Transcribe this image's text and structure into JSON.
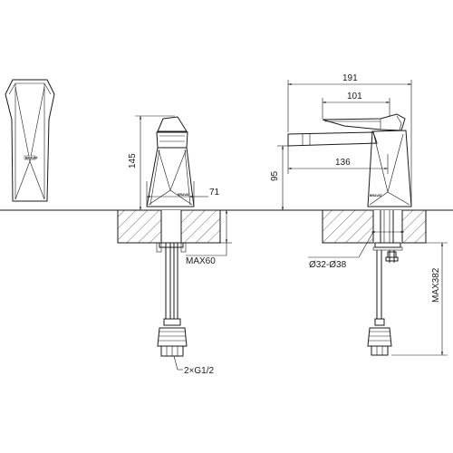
{
  "dimensions": {
    "width_overall": "191",
    "spout_to_body": "101",
    "spout_reach": "136",
    "side_height": "145",
    "front_height": "95",
    "base_width": "71",
    "max_deck": "MAX60",
    "hole_diameter": "Ø32-Ø38",
    "max_hose": "MAX382",
    "connection": "2×G1/2"
  },
  "brand_mark": "BRAVAT"
}
